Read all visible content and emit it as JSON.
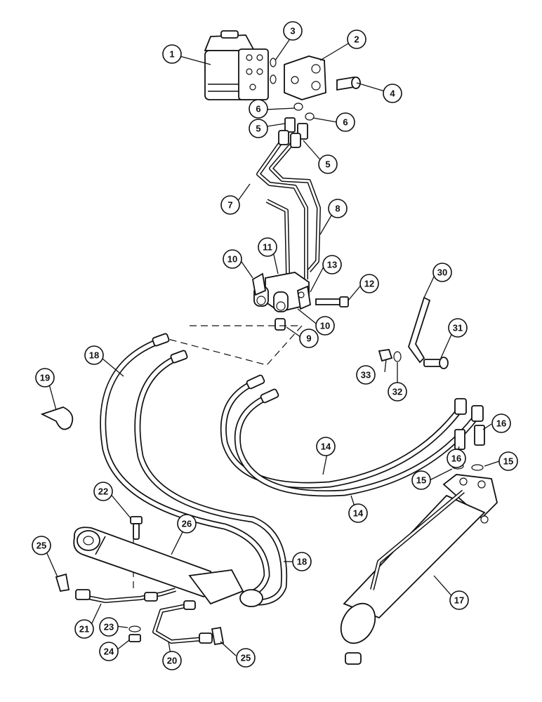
{
  "diagram": {
    "callouts": [
      "1",
      "2",
      "3",
      "4",
      "5",
      "5",
      "6",
      "6",
      "7",
      "8",
      "9",
      "10",
      "10",
      "11",
      "12",
      "13",
      "14",
      "14",
      "15",
      "15",
      "16",
      "16",
      "17",
      "18",
      "18",
      "19",
      "20",
      "21",
      "22",
      "23",
      "24",
      "25",
      "25",
      "26",
      "30",
      "31",
      "32",
      "33"
    ]
  }
}
